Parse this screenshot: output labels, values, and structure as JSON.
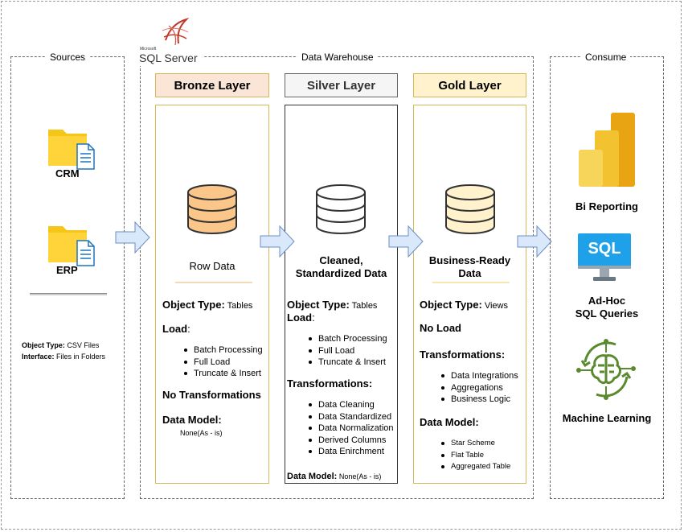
{
  "sections": {
    "sources": "Sources",
    "warehouse": "Data Warehouse",
    "consume": "Consume"
  },
  "sql_server_logo": {
    "small": "Microsoft",
    "main": "SQL Server"
  },
  "sources": {
    "crm": "CRM",
    "erp": "ERP",
    "object_type_label": "Object Type:",
    "object_type_value": " CSV Files",
    "interface_label": "Interface:",
    "interface_value": " Files in Folders"
  },
  "bronze": {
    "title": "Bronze Layer",
    "caption": "Row Data",
    "object_type_label": "Object Type:",
    "object_type_value": " Tables",
    "load_label": "Load",
    "load_colon": ":",
    "load_items": [
      "Batch Processing",
      "Full Load",
      "Truncate & Insert"
    ],
    "transformations": "No Transformations",
    "data_model_label": "Data Model:",
    "data_model_value": "None(As - is)"
  },
  "silver": {
    "title": "Silver Layer",
    "caption_line1": "Cleaned,",
    "caption_line2": "Standardized Data",
    "object_type_label": "Object Type:",
    "object_type_value": " Tables",
    "load_label": "Load",
    "load_colon": ":",
    "load_items": [
      "Batch Processing",
      "Full Load",
      "Truncate & Insert"
    ],
    "transformations_label": "Transformations:",
    "transformation_items": [
      "Data Cleaning",
      "Data Standardized",
      "Data Normalization",
      "Derived Columns",
      "Data Enirchment"
    ],
    "data_model_label": "Data Model:",
    "data_model_value": " None(As - is)"
  },
  "gold": {
    "title": "Gold Layer",
    "caption_line1": "Business-Ready",
    "caption_line2": "Data",
    "object_type_label": "Object Type:",
    "object_type_value": " Views",
    "load": "No Load",
    "transformations_label": "Transformations:",
    "transformation_items": [
      "Data Integrations",
      "Aggregations",
      "Business Logic"
    ],
    "data_model_label": "Data Model:",
    "data_model_items": [
      "Star Scheme",
      "Flat Table",
      "Aggregated Table"
    ]
  },
  "consume": {
    "bi": "Bi Reporting",
    "sql_icon_text": "SQL",
    "adhoc_line1": "Ad-Hoc",
    "adhoc_line2": "SQL Queries",
    "ml": "Machine Learning"
  },
  "colors": {
    "bronze_fill": "#fbe5d6",
    "bronze_border": "#d6b656",
    "silver_fill": "#f5f5f5",
    "silver_border": "#666666",
    "gold_fill": "#fff2cc",
    "gold_border": "#d6b656",
    "arrow_fill": "#dae8fc",
    "arrow_stroke": "#6c8ebf",
    "folder": "#f5c518",
    "doc_blue": "#1e73be",
    "ml_green": "#5a8a2e",
    "sql_blue": "#1ea1e8"
  },
  "icons": {
    "folder": "folder-document-icon",
    "database": "database-icon",
    "arrow": "right-arrow-icon",
    "power_bi": "power-bi-icon",
    "sql_monitor": "sql-monitor-icon",
    "ml": "machine-learning-brain-icon"
  }
}
